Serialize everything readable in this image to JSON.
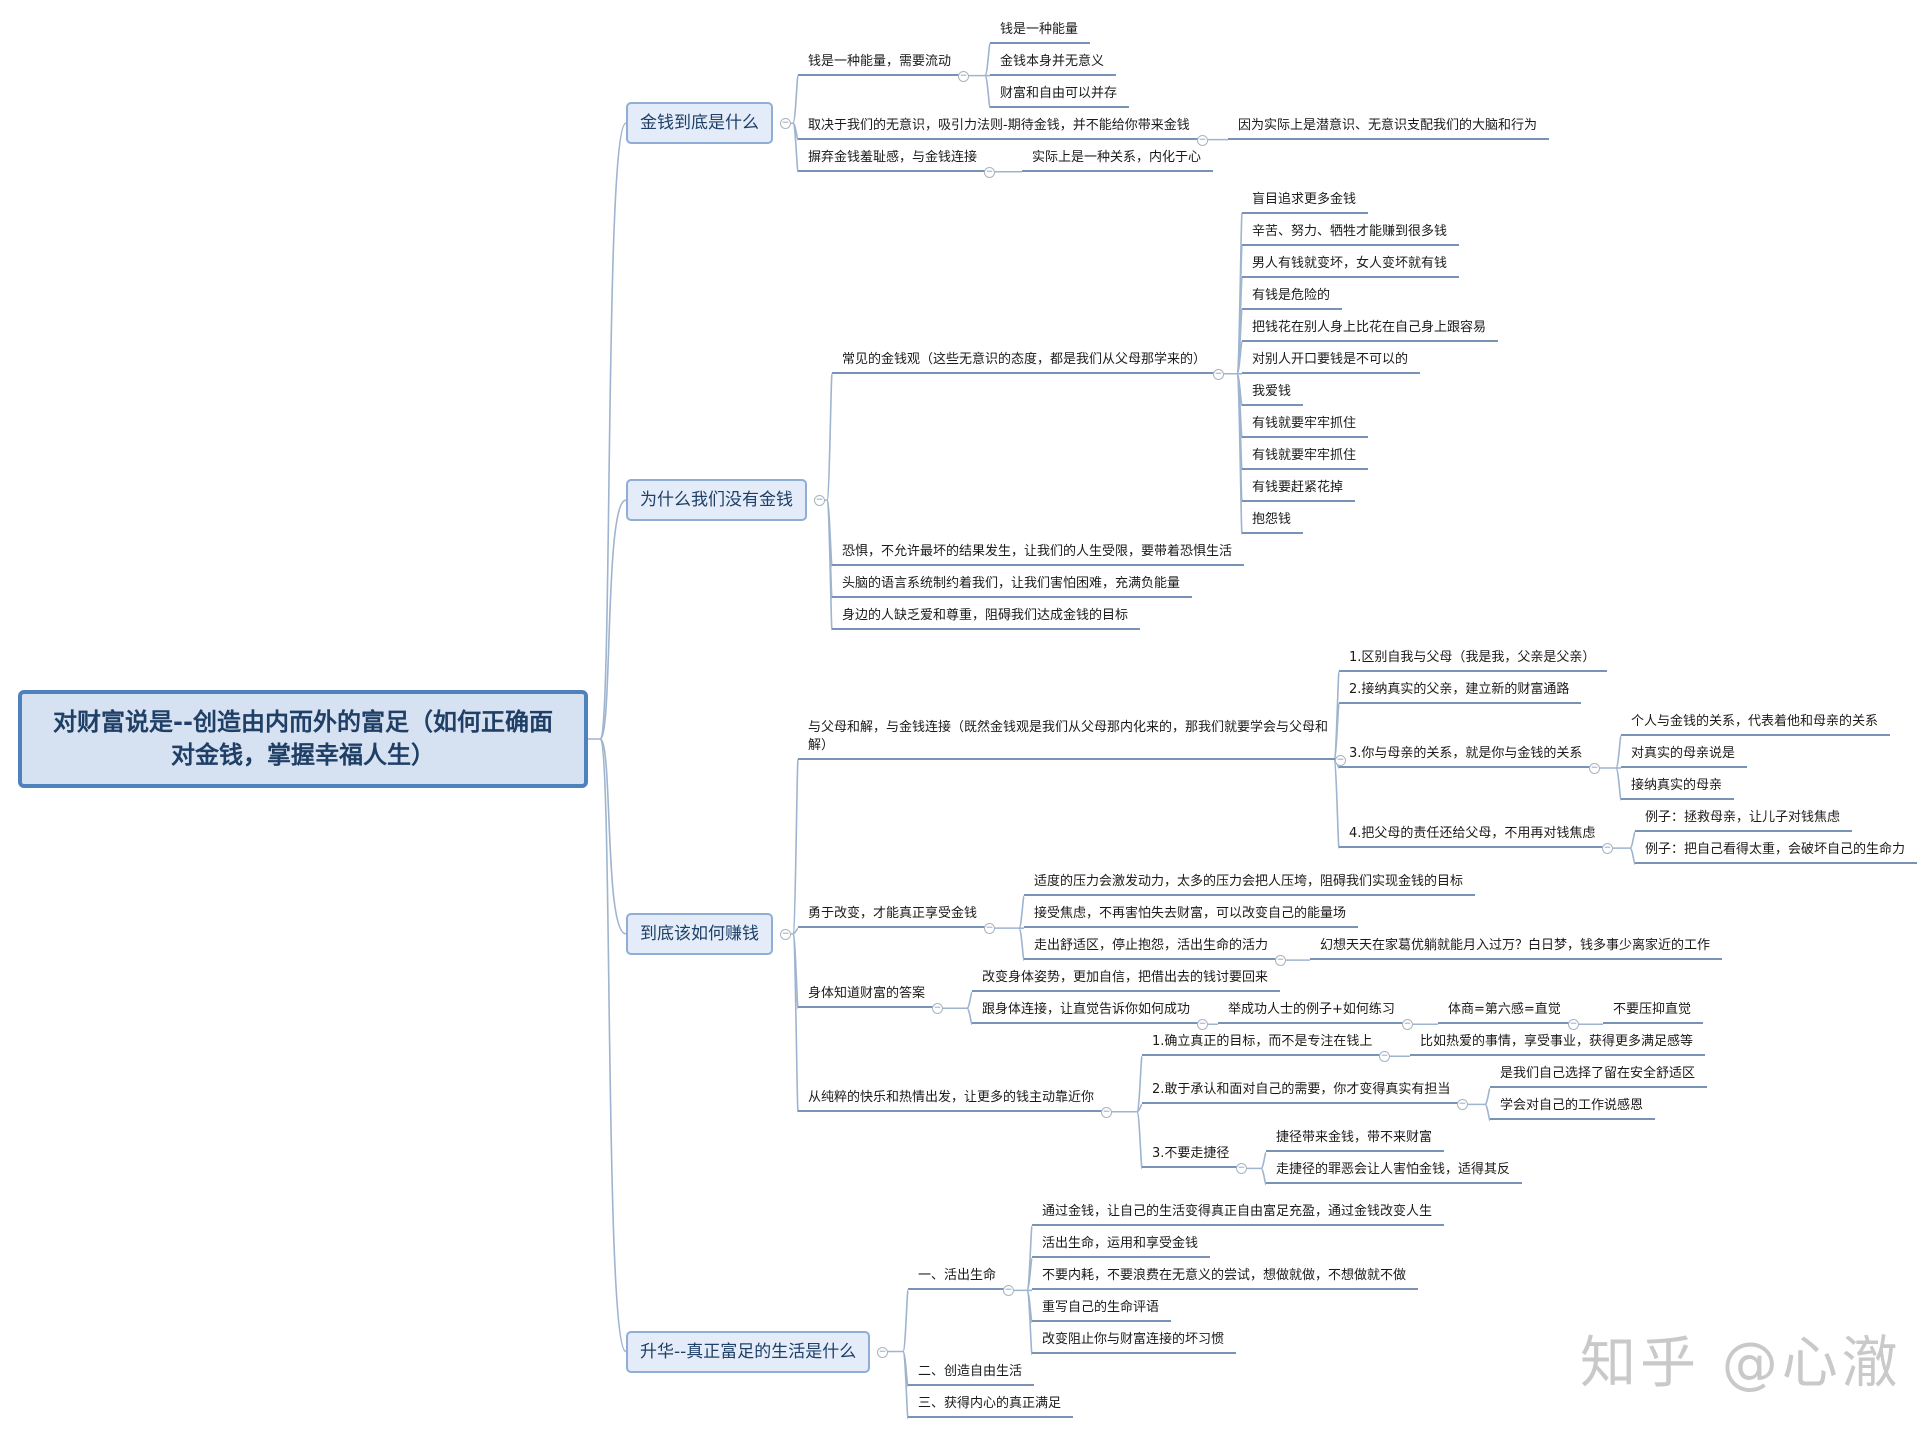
{
  "mindmap": {
    "root": "对财富说是--创造由内而外的富足（如何正确面对金钱，掌握幸福人生）",
    "branches": [
      {
        "label": "金钱到底是什么",
        "children": [
          {
            "label": "钱是一种能量，需要流动",
            "children": [
              {
                "label": "钱是一种能量"
              },
              {
                "label": "金钱本身并无意义"
              },
              {
                "label": "财富和自由可以并存"
              }
            ]
          },
          {
            "label": "取决于我们的无意识，吸引力法则-期待金钱，并不能给你带来金钱",
            "children": [
              {
                "label": "因为实际上是潜意识、无意识支配我们的大脑和行为"
              }
            ]
          },
          {
            "label": "摒弃金钱羞耻感，与金钱连接",
            "children": [
              {
                "label": "实际上是一种关系，内化于心"
              }
            ]
          }
        ]
      },
      {
        "label": "为什么我们没有金钱",
        "children": [
          {
            "label": "常见的金钱观（这些无意识的态度，都是我们从父母那学来的）",
            "children": [
              {
                "label": "盲目追求更多金钱"
              },
              {
                "label": "辛苦、努力、牺牲才能赚到很多钱"
              },
              {
                "label": "男人有钱就变坏，女人变坏就有钱"
              },
              {
                "label": "有钱是危险的"
              },
              {
                "label": "把钱花在别人身上比花在自己身上跟容易"
              },
              {
                "label": "对别人开口要钱是不可以的"
              },
              {
                "label": "我爱钱"
              },
              {
                "label": "有钱就要牢牢抓住"
              },
              {
                "label": "有钱就要牢牢抓住"
              },
              {
                "label": "有钱要赶紧花掉"
              },
              {
                "label": "抱怨钱"
              }
            ]
          },
          {
            "label": "恐惧，不允许最坏的结果发生，让我们的人生受限，要带着恐惧生活"
          },
          {
            "label": "头脑的语言系统制约着我们，让我们害怕困难，充满负能量"
          },
          {
            "label": "身边的人缺乏爱和尊重，阻碍我们达成金钱的目标"
          }
        ]
      },
      {
        "label": "到底该如何赚钱",
        "children": [
          {
            "label": "与父母和解，与金钱连接（既然金钱观是我们从父母那内化来的，那我们就要学会与父母和解）",
            "children": [
              {
                "label": "1.区别自我与父母（我是我，父亲是父亲）"
              },
              {
                "label": "2.接纳真实的父亲，建立新的财富通路"
              },
              {
                "label": "3.你与母亲的关系，就是你与金钱的关系",
                "children": [
                  {
                    "label": "个人与金钱的关系，代表着他和母亲的关系"
                  },
                  {
                    "label": "对真实的母亲说是"
                  },
                  {
                    "label": "接纳真实的母亲"
                  }
                ]
              },
              {
                "label": "4.把父母的责任还给父母，不用再对钱焦虑",
                "children": [
                  {
                    "label": "例子：拯救母亲，让儿子对钱焦虑"
                  },
                  {
                    "label": "例子：把自己看得太重，会破坏自己的生命力"
                  }
                ]
              }
            ]
          },
          {
            "label": "勇于改变，才能真正享受金钱",
            "children": [
              {
                "label": "适度的压力会激发动力，太多的压力会把人压垮，阻碍我们实现金钱的目标"
              },
              {
                "label": "接受焦虑，不再害怕失去财富，可以改变自己的能量场"
              },
              {
                "label": "走出舒适区，停止抱怨，活出生命的活力",
                "children": [
                  {
                    "label": "幻想天天在家葛优躺就能月入过万？白日梦，钱多事少离家近的工作"
                  }
                ]
              }
            ]
          },
          {
            "label": "身体知道财富的答案",
            "children": [
              {
                "label": "改变身体姿势，更加自信，把借出去的钱讨要回来"
              },
              {
                "label": "跟身体连接，让直觉告诉你如何成功",
                "children": [
                  {
                    "label": "举成功人士的例子+如何练习",
                    "children": [
                      {
                        "label": "体商=第六感=直觉",
                        "children": [
                          {
                            "label": "不要压抑直觉"
                          }
                        ]
                      }
                    ]
                  }
                ]
              }
            ]
          },
          {
            "label": "从纯粹的快乐和热情出发，让更多的钱主动靠近你",
            "children": [
              {
                "label": "1.确立真正的目标，而不是专注在钱上",
                "children": [
                  {
                    "label": "比如热爱的事情，享受事业，获得更多满足感等"
                  }
                ]
              },
              {
                "label": "2.敢于承认和面对自己的需要，你才变得真实有担当",
                "children": [
                  {
                    "label": "是我们自己选择了留在安全舒适区"
                  },
                  {
                    "label": "学会对自己的工作说感恩"
                  }
                ]
              },
              {
                "label": "3.不要走捷径",
                "children": [
                  {
                    "label": "捷径带来金钱，带不来财富"
                  },
                  {
                    "label": "走捷径的罪恶会让人害怕金钱，适得其反"
                  }
                ]
              }
            ]
          }
        ]
      },
      {
        "label": "升华--真正富足的生活是什么",
        "children": [
          {
            "label": "一、活出生命",
            "children": [
              {
                "label": "通过金钱，让自己的生活变得真正自由富足充盈，通过金钱改变人生"
              },
              {
                "label": "活出生命，运用和享受金钱"
              },
              {
                "label": "不要内耗，不要浪费在无意义的尝试，想做就做，不想做就不做"
              },
              {
                "label": "重写自己的生命评语"
              },
              {
                "label": "改变阻止你与财富连接的坏习惯"
              }
            ]
          },
          {
            "label": "二、创造自由生活"
          },
          {
            "label": "三、获得内心的真正满足"
          }
        ]
      }
    ]
  },
  "watermark": "知乎 @心澈",
  "colors": {
    "branch_fill": "#e3ecf8",
    "branch_border": "#8eaed6",
    "root_fill": "#d6e2f2",
    "root_border": "#4f81bd",
    "line": "#7892b8",
    "connector": "#9fb4cf"
  }
}
